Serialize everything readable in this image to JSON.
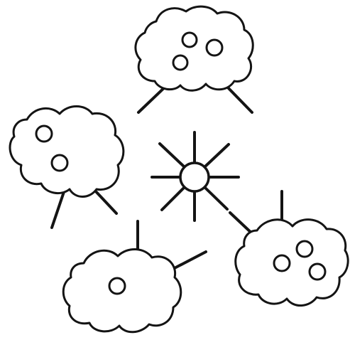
{
  "colors": {
    "line": "#141414",
    "fill": "#ffffff",
    "background": "#ffffff"
  },
  "center_icon": "sun-icon",
  "clouds": [
    {
      "icon": "cloud-icon",
      "position": "top",
      "circle_count": 3
    },
    {
      "icon": "cloud-icon",
      "position": "left",
      "circle_count": 2
    },
    {
      "icon": "cloud-icon",
      "position": "bottom",
      "circle_count": 1
    },
    {
      "icon": "cloud-icon",
      "position": "right",
      "circle_count": 3
    }
  ]
}
